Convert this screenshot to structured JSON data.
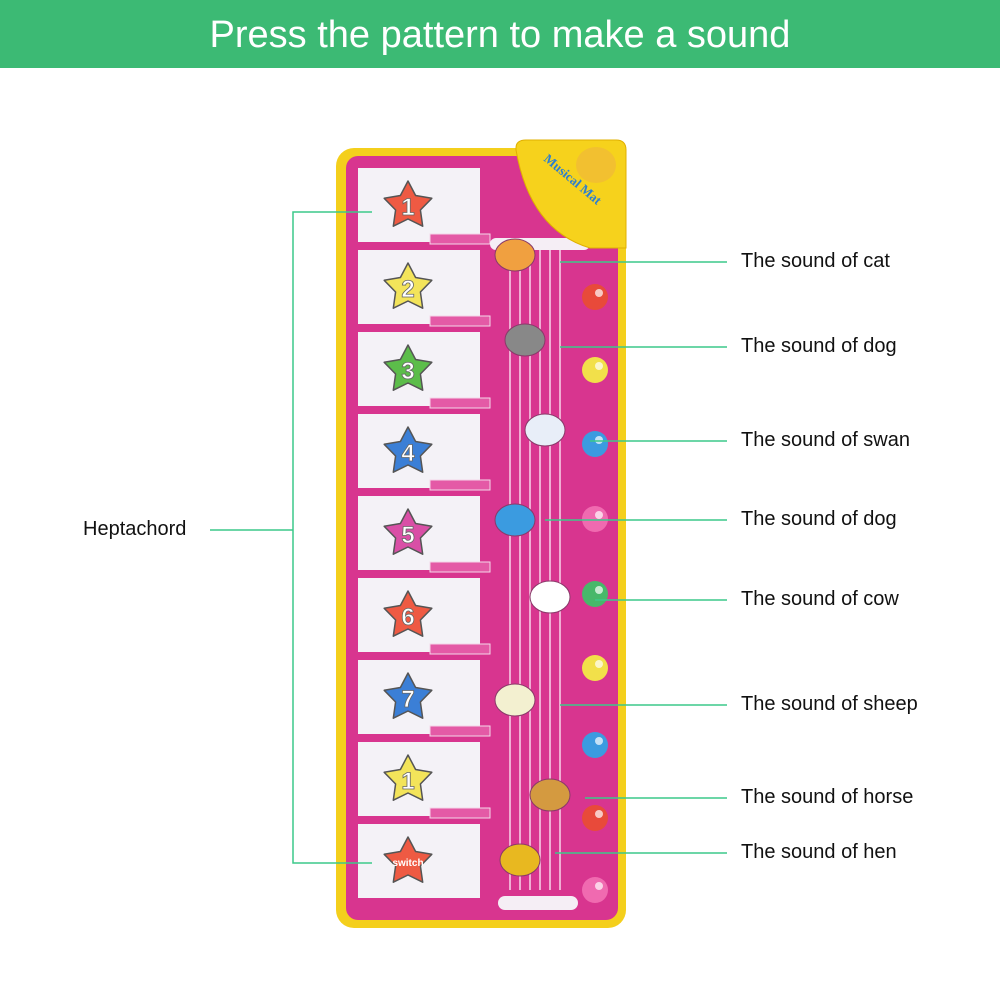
{
  "header": {
    "title": "Press the pattern to make a sound"
  },
  "left_label": "Heptachord",
  "product": {
    "brand_text": "Musical Mat",
    "keys": [
      "1",
      "2",
      "3",
      "4",
      "5",
      "6",
      "7",
      "1",
      "switch"
    ],
    "key_colors": [
      "#ee5a43",
      "#f3e45a",
      "#5cbd4a",
      "#3b7fd6",
      "#d94fa6",
      "#ee5a43",
      "#3b7fd6",
      "#f3e45a",
      "#ee5a43"
    ],
    "button_colors": [
      "#e84a3a",
      "#f2e04a",
      "#3b9be0",
      "#f06ab0",
      "#47b86a",
      "#f2e04a",
      "#3b9be0",
      "#e84a3a",
      "#f06ab0"
    ]
  },
  "callouts": [
    "The sound of cat",
    "The sound of dog",
    "The sound of swan",
    "The sound of dog",
    "The sound of cow",
    "The sound of sheep",
    "The sound of horse",
    "The sound of hen"
  ],
  "colors": {
    "accent": "#3cba74",
    "mat": "#d8358f",
    "border": "#f4cf1c"
  }
}
